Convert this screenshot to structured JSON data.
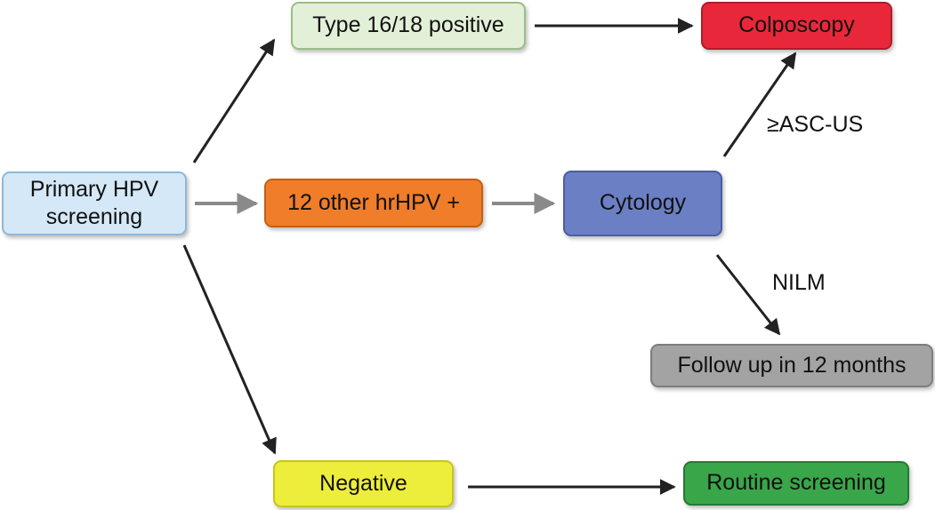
{
  "nodes": {
    "primary": {
      "label_line1": "Primary HPV",
      "label_line2": "screening",
      "fill": "#d4e8f7"
    },
    "type1618": {
      "label": "Type 16/18 positive",
      "fill": "#e2f0d8"
    },
    "colposcopy": {
      "label": "Colposcopy",
      "fill": "#e8283a"
    },
    "other_hrhpv": {
      "label": "12 other hrHPV +",
      "fill": "#ef7d2a"
    },
    "cytology": {
      "label": "Cytology",
      "fill": "#6a7fc4"
    },
    "follow_up": {
      "label": "Follow up in 12 months",
      "fill": "#a3a3a3"
    },
    "negative": {
      "label": "Negative",
      "fill": "#eded3c"
    },
    "routine": {
      "label": "Routine screening",
      "fill": "#3aa64a"
    }
  },
  "edge_labels": {
    "ascus": "≥ASC-US",
    "nilm": "NILM"
  },
  "edges": [
    {
      "from": "primary",
      "to": "type1618",
      "color": "#222222"
    },
    {
      "from": "primary",
      "to": "other_hrhpv",
      "color": "#8a8a8a"
    },
    {
      "from": "primary",
      "to": "negative",
      "color": "#222222"
    },
    {
      "from": "type1618",
      "to": "colposcopy",
      "color": "#222222"
    },
    {
      "from": "other_hrhpv",
      "to": "cytology",
      "color": "#8a8a8a"
    },
    {
      "from": "cytology",
      "to": "colposcopy",
      "label": "≥ASC-US",
      "color": "#222222"
    },
    {
      "from": "cytology",
      "to": "follow_up",
      "label": "NILM",
      "color": "#222222"
    },
    {
      "from": "negative",
      "to": "routine",
      "color": "#222222"
    }
  ]
}
